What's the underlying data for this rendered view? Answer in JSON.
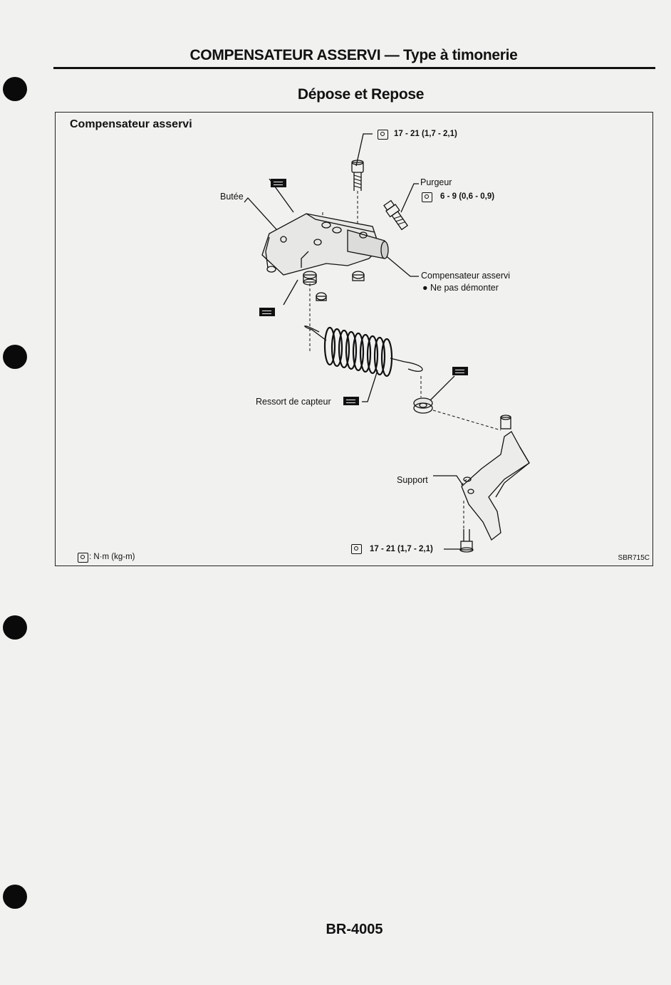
{
  "header": {
    "title": "COMPENSATEUR ASSERVI — Type à timonerie",
    "subtitle": "Dépose et Repose"
  },
  "figure": {
    "heading": "Compensateur asservi",
    "code": "SBR715C",
    "legend": ": N·m (kg-m)",
    "torque_top": "17 - 21 (1,7 - 2,1)",
    "purgeur_label": "Purgeur",
    "purgeur_torque": "6 - 9 (0,6 - 0,9)",
    "butee_label": "Butée",
    "compensator_label": "Compensateur asservi",
    "compensator_note": "● Ne pas démonter",
    "spring_label": "Ressort de capteur",
    "support_label": "Support",
    "torque_bottom": "17 - 21 (1,7 - 2,1)",
    "icons": {
      "torque": "torque-wrench-icon",
      "grease": "grease-icon"
    }
  },
  "footer": {
    "page_number": "BR-4005"
  }
}
